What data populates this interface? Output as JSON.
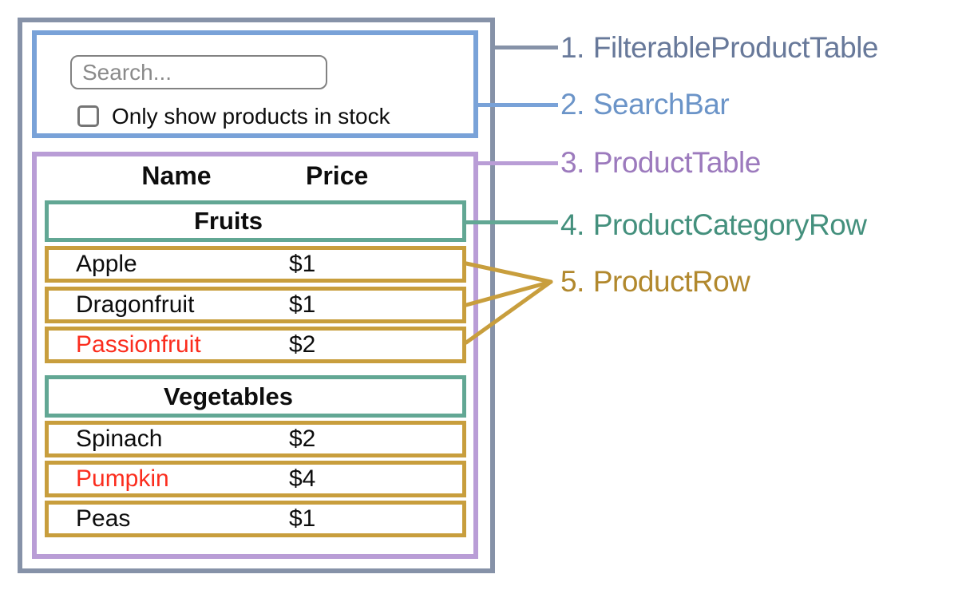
{
  "search_bar": {
    "input_placeholder": "Search...",
    "checkbox_label": "Only show products in stock",
    "checkbox_checked": false
  },
  "product_table": {
    "column_headers": {
      "name": "Name",
      "price": "Price"
    },
    "sections": [
      {
        "category": "Fruits",
        "rows": [
          {
            "name": "Apple",
            "price": "$1",
            "red_text": false
          },
          {
            "name": "Dragonfruit",
            "price": "$1",
            "red_text": false
          },
          {
            "name": "Passionfruit",
            "price": "$2",
            "red_text": true
          }
        ]
      },
      {
        "category": "Vegetables",
        "rows": [
          {
            "name": "Spinach",
            "price": "$2",
            "red_text": false
          },
          {
            "name": "Pumpkin",
            "price": "$4",
            "red_text": true
          },
          {
            "name": "Peas",
            "price": "$1",
            "red_text": false
          }
        ]
      }
    ]
  },
  "legend": {
    "items": [
      {
        "index": "1.",
        "name": "FilterableProductTable",
        "color": "#68799a"
      },
      {
        "index": "2.",
        "name": "SearchBar",
        "color": "#6b94c8"
      },
      {
        "index": "3.",
        "name": "ProductTable",
        "color": "#9c7abd"
      },
      {
        "index": "4.",
        "name": "ProductCategoryRow",
        "color": "#44907d"
      },
      {
        "index": "5.",
        "name": "ProductRow",
        "color": "#b1882d"
      }
    ]
  },
  "colors": {
    "outline_filterable_product_table": "#8692a8",
    "outline_search_bar": "#79a2d8",
    "outline_product_table": "#b99dd6",
    "outline_product_category_row": "#62a794",
    "outline_product_row": "#c89e3d",
    "out_of_stock_text": "#fb2d1e"
  }
}
